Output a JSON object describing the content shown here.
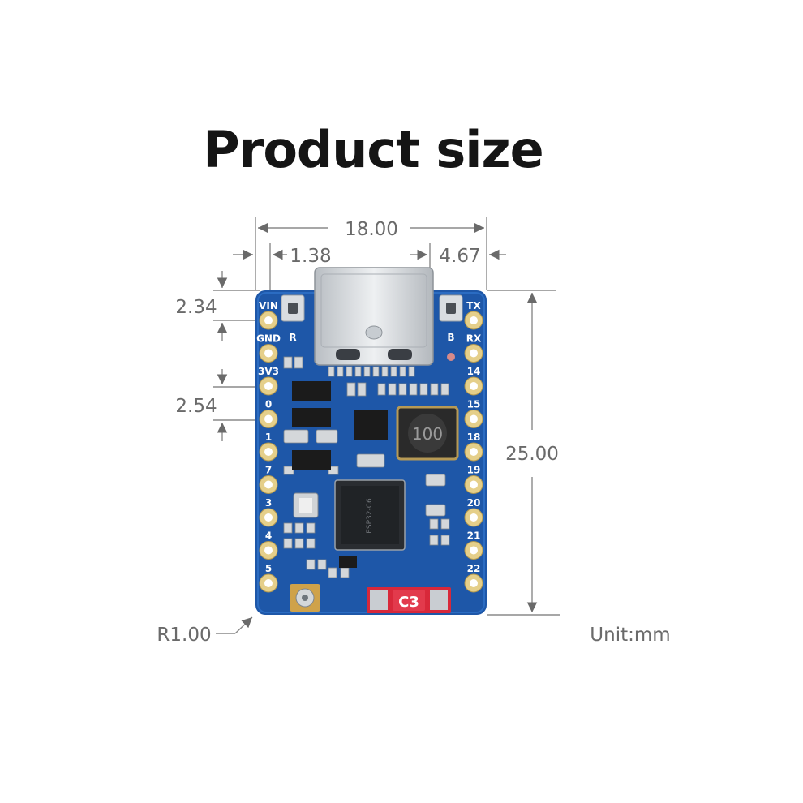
{
  "title": "Product size",
  "dimensions": {
    "width": "18.00",
    "left_offset": "1.38",
    "right_offset": "4.67",
    "top_pad_height": "2.34",
    "pin_pitch": "2.54",
    "height": "25.00",
    "corner_radius": "R1.00",
    "unit": "Unit:mm"
  },
  "board": {
    "left_pins": [
      "VIN",
      "GND",
      "3V3",
      "0",
      "1",
      "7",
      "3",
      "4",
      "5"
    ],
    "right_pins": [
      "TX",
      "RX",
      "14",
      "15",
      "18",
      "19",
      "20",
      "21",
      "22"
    ],
    "button_labels": [
      "R",
      "B"
    ],
    "inductor_marking": "100",
    "chip_marking": "ESP32-C6",
    "module_badge": "C3"
  },
  "colors": {
    "board": "#1e57a8",
    "board_dark": "#123e80",
    "pad_gold": "#e5cf8a",
    "silver": "#d2d6da",
    "badge_red": "#d8283a"
  }
}
